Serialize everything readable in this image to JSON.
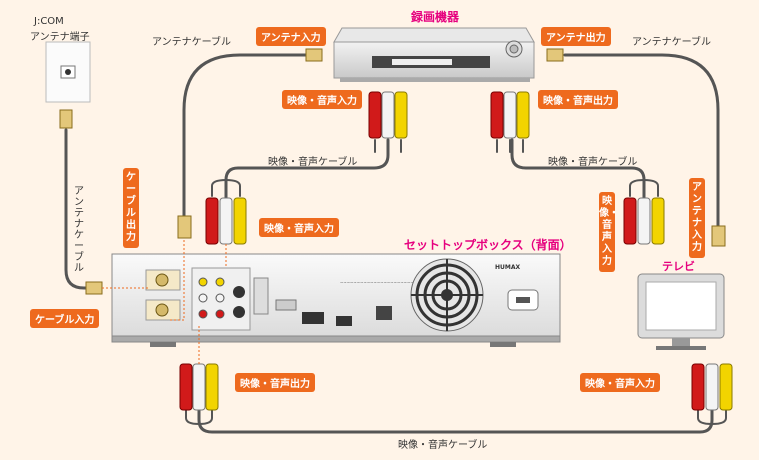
{
  "wall_outlet": {
    "label_line1": "J:COM",
    "label_line2": "アンテナ端子"
  },
  "recorder": {
    "title": "録画機器"
  },
  "stb": {
    "title": "セットトップボックス（背面）",
    "brand": "HUMAX"
  },
  "tv": {
    "title": "テレビ"
  },
  "labels": {
    "antenna_cable_left": "アンテナケーブル",
    "antenna_cable_right": "アンテナケーブル",
    "antenna_cable_vertical": "アンテナケーブル",
    "av_cable_left": "映像・音声ケーブル",
    "av_cable_right": "映像・音声ケーブル",
    "av_cable_bottom": "映像・音声ケーブル"
  },
  "tags": {
    "antenna_in": "アンテナ入力",
    "antenna_out": "アンテナ出力",
    "rec_av_in": "映像・音声入力",
    "rec_av_out": "映像・音声出力",
    "cable_out": "ケーブル出力",
    "stb_av_in": "映像・音声入力",
    "tv_av_in": "映像・音声入力",
    "tv_antenna_in": "アンテナ入力",
    "cable_in": "ケーブル入力",
    "stb_av_out": "映像・音声出力",
    "tv_av_in_bottom": "映像・音声入力"
  },
  "colors": {
    "accent": "#ee6a1e",
    "title": "#e6007e",
    "cable": "#555555",
    "plug_red": "#d11a1a",
    "plug_yellow": "#f2d400",
    "plug_white": "#f4f4f4"
  }
}
